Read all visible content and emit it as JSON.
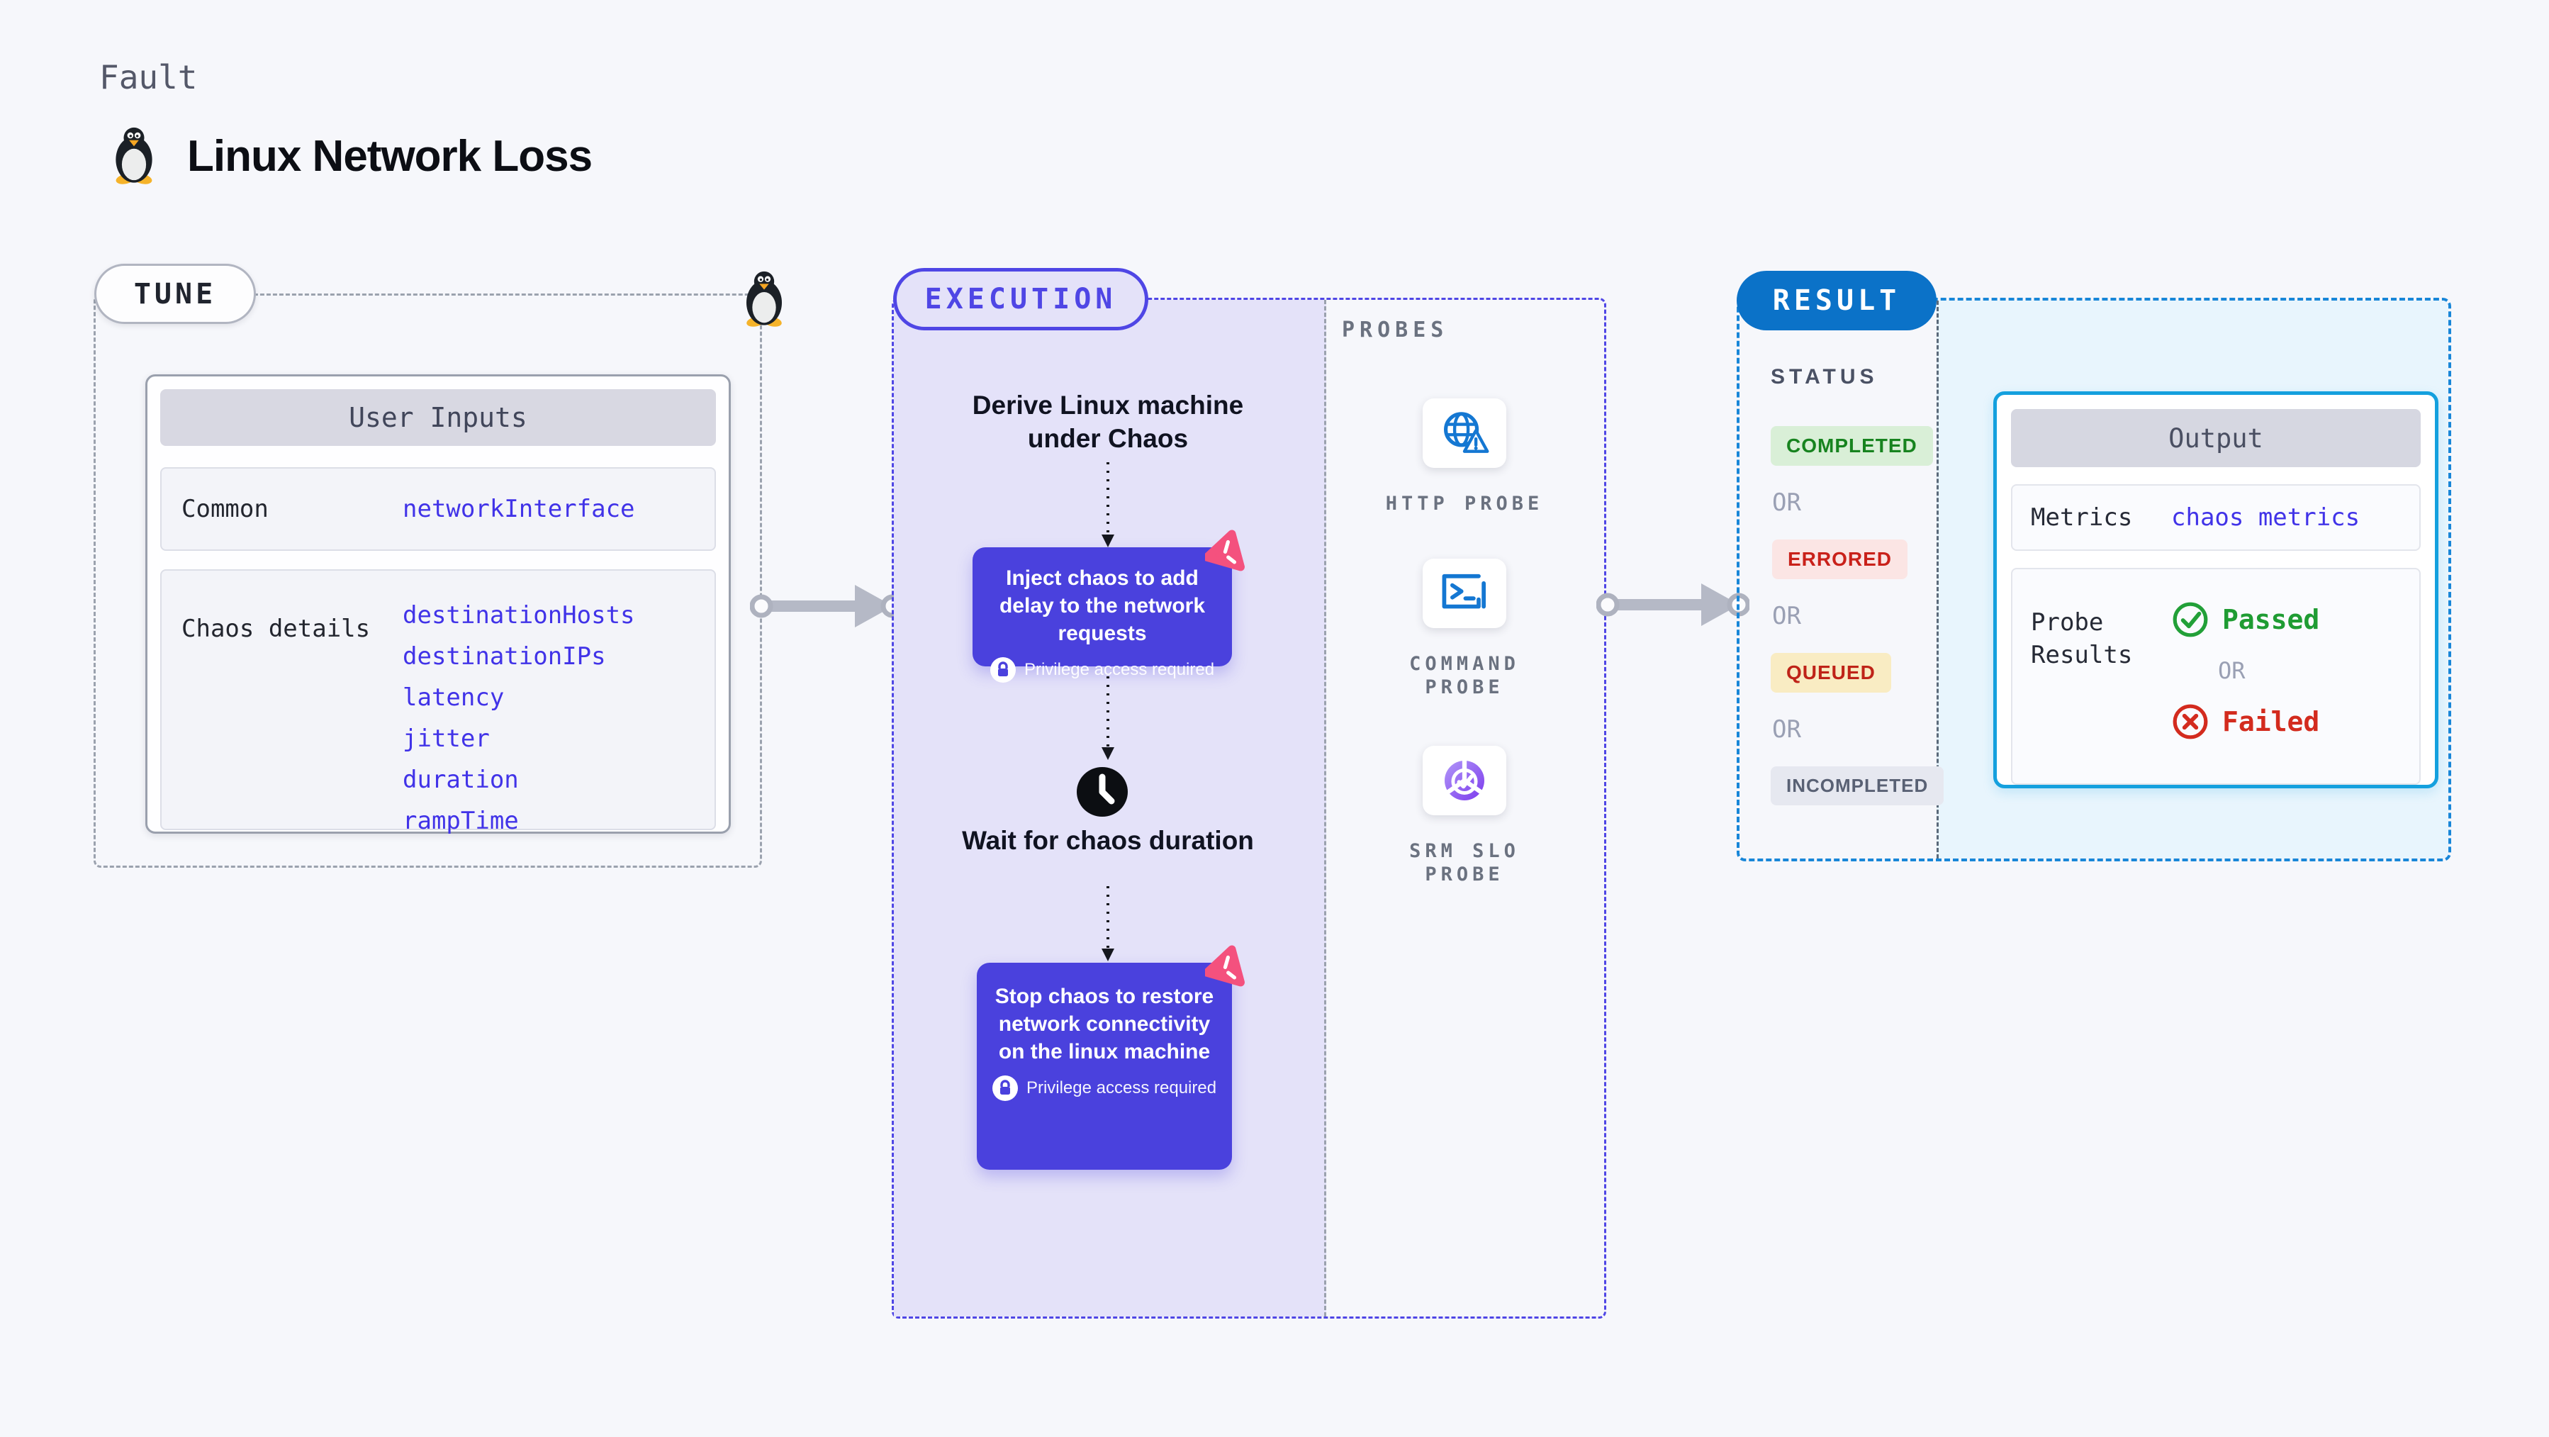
{
  "page": {
    "kicker": "Fault",
    "title": "Linux Network Loss"
  },
  "tune": {
    "label": "TUNE",
    "card": {
      "header": "User Inputs",
      "rows": [
        {
          "label": "Common",
          "values": [
            "networkInterface"
          ]
        },
        {
          "label": "Chaos details",
          "values": [
            "destinationHosts",
            "destinationIPs",
            "latency",
            "jitter",
            "duration",
            "rampTime"
          ]
        }
      ]
    }
  },
  "execution": {
    "label": "EXECUTION",
    "steps": {
      "derive": "Derive Linux machine under Chaos",
      "inject": {
        "text": "Inject chaos to add delay to the network requests",
        "note": "Privilege access required"
      },
      "wait": "Wait for chaos duration",
      "stop": {
        "text": "Stop chaos to restore network connectivity on the linux machine",
        "note": "Privilege access required"
      }
    },
    "probes": {
      "label": "PROBES",
      "items": [
        {
          "name": "HTTP PROBE",
          "icon": "globe-alert-icon"
        },
        {
          "name": "COMMAND PROBE",
          "icon": "terminal-icon"
        },
        {
          "name": "SRM SLO PROBE",
          "icon": "slo-pie-check-icon"
        }
      ]
    }
  },
  "result": {
    "label": "RESULT",
    "status": {
      "label": "STATUS",
      "separator": "OR",
      "items": [
        "COMPLETED",
        "ERRORED",
        "QUEUED",
        "INCOMPLETED"
      ]
    },
    "output": {
      "header": "Output",
      "metrics_label": "Metrics",
      "metrics_value": "chaos metrics",
      "probe_results_label": "Probe Results",
      "passed": "Passed",
      "or": "OR",
      "failed": "Failed"
    }
  },
  "colors": {
    "indigo": "#4f46e5",
    "lavender": "#e4e2f9",
    "steppurple": "#4a41dd",
    "pink": "#f4517e",
    "resultblue": "#0b72c8",
    "resultdash": "#1886d8",
    "cyanfill": "#e8f5fd",
    "outputborder": "#14a0de",
    "codeblue": "#4133e8",
    "green": "#1d8a2b",
    "greenbg": "#d9efd7",
    "red": "#c9211a",
    "redbg": "#fbe5e4",
    "yellowbg": "#f9ecc3",
    "graybadgebg": "#e6e8f0",
    "graybadgetext": "#596174",
    "probeblue": "#1477d2",
    "srmpurple": "#7c3aed",
    "arrowgray": "#b5b9c6",
    "dashgray": "#9ba2ae",
    "pagebg": "#f6f7fb"
  }
}
